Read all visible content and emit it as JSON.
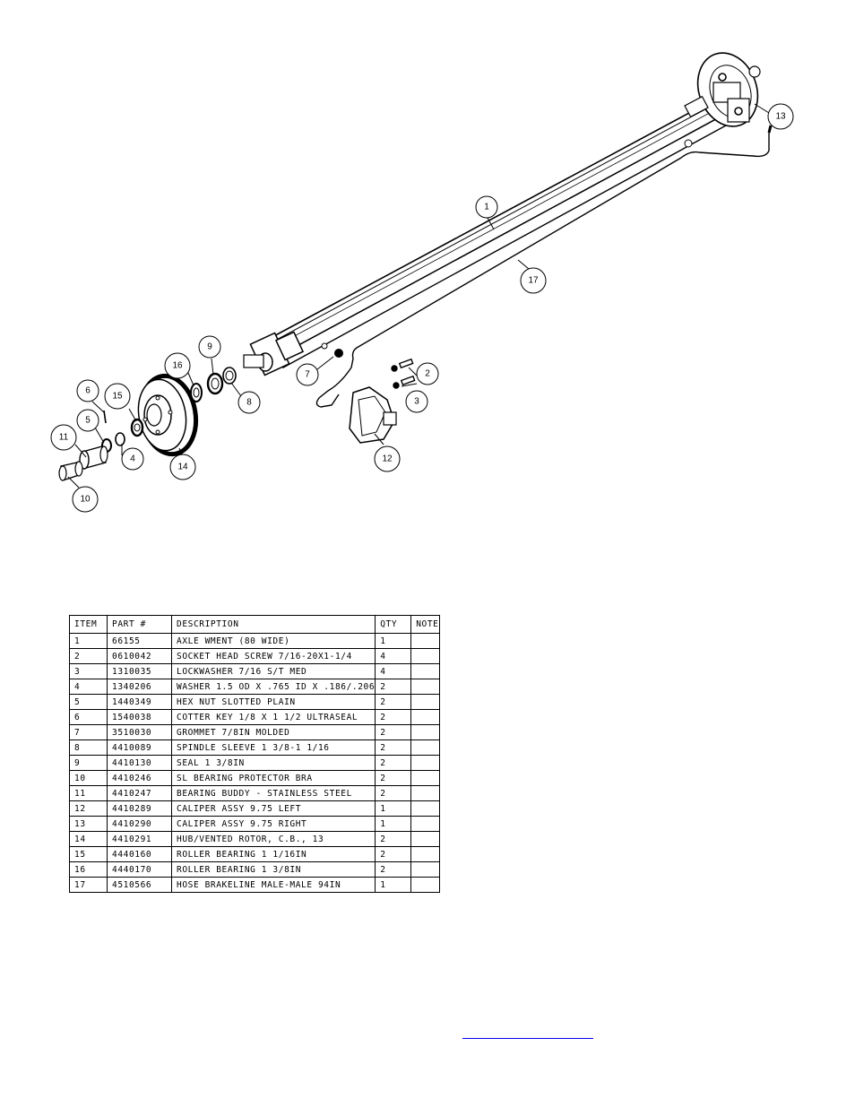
{
  "diagram": {
    "callouts": [
      "1",
      "2",
      "3",
      "4",
      "5",
      "6",
      "7",
      "8",
      "9",
      "10",
      "11",
      "12",
      "13",
      "14",
      "15",
      "16",
      "17"
    ]
  },
  "bom": {
    "headers": [
      "ITEM",
      "PART #",
      "DESCRIPTION",
      "QTY",
      "NOTE"
    ],
    "rows": [
      {
        "item": "1",
        "part": "66155",
        "desc": "AXLE WMENT (80 WIDE)",
        "qty": "1",
        "note": ""
      },
      {
        "item": "2",
        "part": "0610042",
        "desc": "SOCKET HEAD SCREW 7/16-20X1-1/4",
        "qty": "4",
        "note": ""
      },
      {
        "item": "3",
        "part": "1310035",
        "desc": "LOCKWASHER 7/16 S/T MED",
        "qty": "4",
        "note": ""
      },
      {
        "item": "4",
        "part": "1340206",
        "desc": "WASHER 1.5 OD X .765 ID X .186/.206",
        "qty": "2",
        "note": ""
      },
      {
        "item": "5",
        "part": "1440349",
        "desc": "HEX NUT SLOTTED PLAIN",
        "qty": "2",
        "note": ""
      },
      {
        "item": "6",
        "part": "1540038",
        "desc": "COTTER KEY 1/8 X 1 1/2 ULTRASEAL",
        "qty": "2",
        "note": ""
      },
      {
        "item": "7",
        "part": "3510030",
        "desc": "GROMMET  7/8IN MOLDED",
        "qty": "2",
        "note": ""
      },
      {
        "item": "8",
        "part": "4410089",
        "desc": "SPINDLE SLEEVE  1 3/8-1 1/16",
        "qty": "2",
        "note": ""
      },
      {
        "item": "9",
        "part": "4410130",
        "desc": "SEAL  1 3/8IN",
        "qty": "2",
        "note": ""
      },
      {
        "item": "10",
        "part": "4410246",
        "desc": "SL BEARING PROTECTOR BRA",
        "qty": "2",
        "note": ""
      },
      {
        "item": "11",
        "part": "4410247",
        "desc": "BEARING BUDDY - STAINLESS STEEL",
        "qty": "2",
        "note": ""
      },
      {
        "item": "12",
        "part": "4410289",
        "desc": "CALIPER ASSY 9.75 LEFT",
        "qty": "1",
        "note": ""
      },
      {
        "item": "13",
        "part": "4410290",
        "desc": "CALIPER ASSY 9.75 RIGHT",
        "qty": "1",
        "note": ""
      },
      {
        "item": "14",
        "part": "4410291",
        "desc": "HUB/VENTED ROTOR, C.B.,  13",
        "qty": "2",
        "note": ""
      },
      {
        "item": "15",
        "part": "4440160",
        "desc": "ROLLER BEARING   1 1/16IN",
        "qty": "2",
        "note": ""
      },
      {
        "item": "16",
        "part": "4440170",
        "desc": "ROLLER BEARING   1 3/8IN",
        "qty": "2",
        "note": ""
      },
      {
        "item": "17",
        "part": "4510566",
        "desc": "HOSE BRAKELINE MALE-MALE 94IN",
        "qty": "1",
        "note": ""
      }
    ]
  }
}
